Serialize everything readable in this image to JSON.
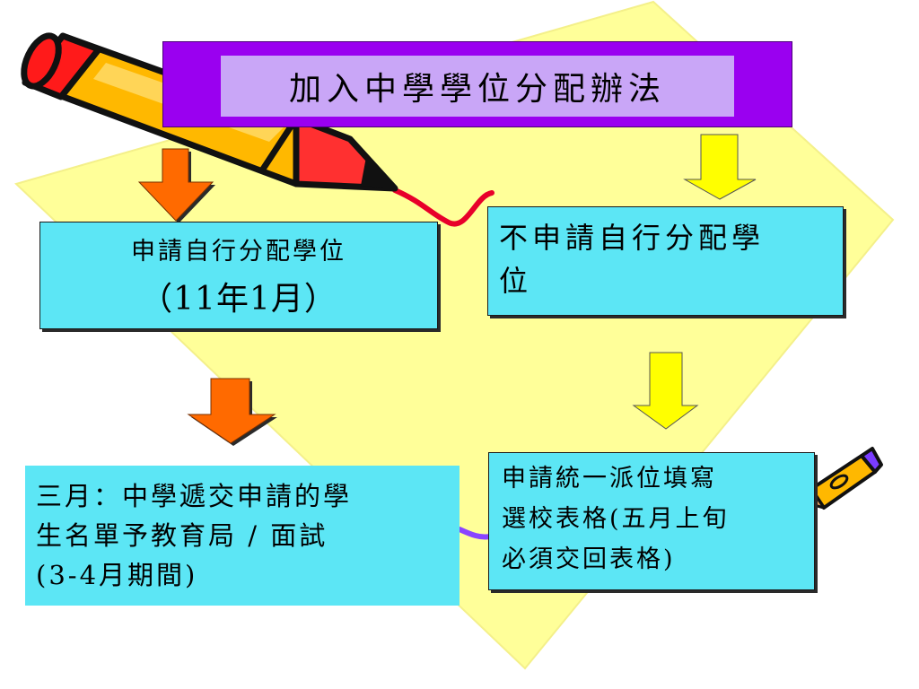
{
  "title": "加入中學學位分配辦法",
  "boxes": {
    "apply": {
      "line1": "申請自行分配學位",
      "line2": "（11年1月）"
    },
    "no_apply": {
      "line1": "不申請自行分配學",
      "line2": "位"
    },
    "march": {
      "line1": "三月：中學遞交申請的學",
      "line2": "生名單予教育局 / 面試",
      "line3": "(3-4月期間)"
    },
    "unified": {
      "line1": "申請統一派位填寫",
      "line2": "選校表格(五月上旬",
      "line3": "必須交回表格)"
    }
  },
  "colors": {
    "background_diamond": "#ffff99",
    "title_frame": "#9a00f0",
    "title_inner": "#c9a6f7",
    "box_fill": "#5ce6f5",
    "arrow_orange": "#ff6a00",
    "arrow_yellow": "#ffff00",
    "connector_red": "#e8002a",
    "connector_purple": "#8a44ff"
  },
  "icons": [
    "pencil-icon-large",
    "pencil-icon-small"
  ]
}
